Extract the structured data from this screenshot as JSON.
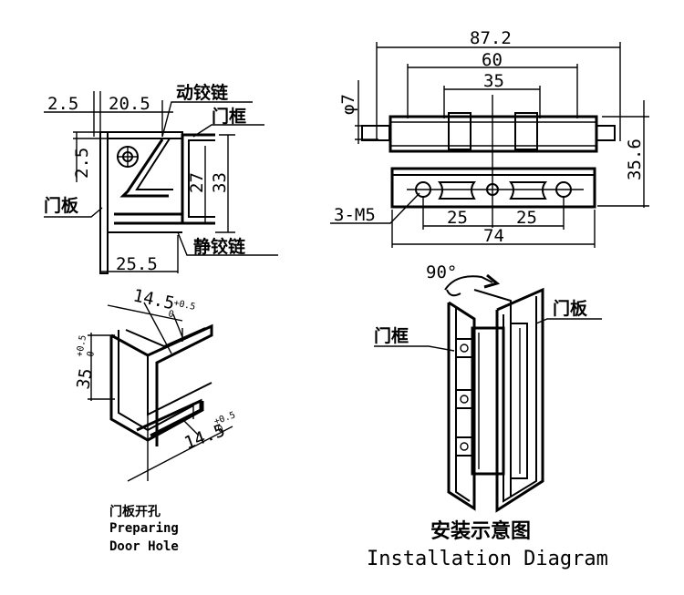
{
  "side_view": {
    "dims": {
      "d1": "2.5",
      "d2": "20.5",
      "d3": "2.5",
      "d4": "27",
      "d5": "33",
      "d6": "25.5"
    },
    "labels": {
      "moving_hinge": "动铰链",
      "door_frame": "门框",
      "door_panel": "门板",
      "static_hinge": "静铰链"
    }
  },
  "front_view": {
    "dims": {
      "total_width": "87.2",
      "width_60": "60",
      "width_35": "35",
      "diameter": "φ7",
      "height": "35.6",
      "bolts": "3-M5",
      "pitch_left": "25",
      "pitch_right": "25",
      "base_width": "74"
    }
  },
  "hole_view": {
    "dims": {
      "top_width": "14.5",
      "top_tol_plus": "+0.5",
      "top_tol_zero": "0",
      "height": "35",
      "height_tol_plus": "+0.5",
      "height_tol_zero": "0",
      "bottom_width": "14.5",
      "bottom_tol_plus": "+0.5",
      "bottom_tol_zero": "0"
    },
    "caption_cn": "门板开孔",
    "caption_en_1": "Preparing",
    "caption_en_2": "Door Hole"
  },
  "install_view": {
    "angle": "90°",
    "labels": {
      "door_frame": "门框",
      "door_panel": "门板"
    },
    "title_cn": "安装示意图",
    "title_en": "Installation Diagram"
  }
}
